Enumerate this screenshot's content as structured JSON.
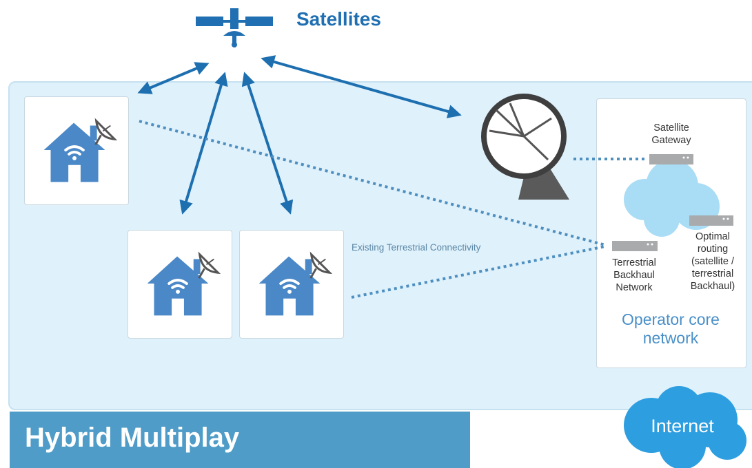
{
  "diagram": {
    "satellites_label": "Satellites",
    "existing_connectivity_label": "Existing Terrestrial Connectivity",
    "satellite_gateway_label": "Satellite\nGateway",
    "terrestrial_backhaul_label": "Terrestrial\nBackhaul\nNetwork",
    "optimal_routing_label": "Optimal\nrouting\n(satellite /\nterrestrial\nBackhaul)",
    "operator_core_label": "Operator core\nnetwork",
    "internet_label": "Internet",
    "title": "Hybrid Multiplay"
  },
  "colors": {
    "panel_bg": "#dff1fb",
    "house_blue": "#4a88c7",
    "arrow_blue": "#1d6fb0",
    "dotted_blue": "#4d8fc0",
    "cloud_light": "#a9dcf5",
    "cloud_internet": "#2d9ee0",
    "banner": "#4e9cc7",
    "title_text": "#1f6fb2",
    "server_gray": "#a9aaac",
    "dish_gray": "#4a4a4a"
  },
  "icons": [
    "satellite-icon",
    "house-wifi-dish-icon",
    "satellite-dish-icon",
    "server-icon",
    "cloud-icon"
  ]
}
